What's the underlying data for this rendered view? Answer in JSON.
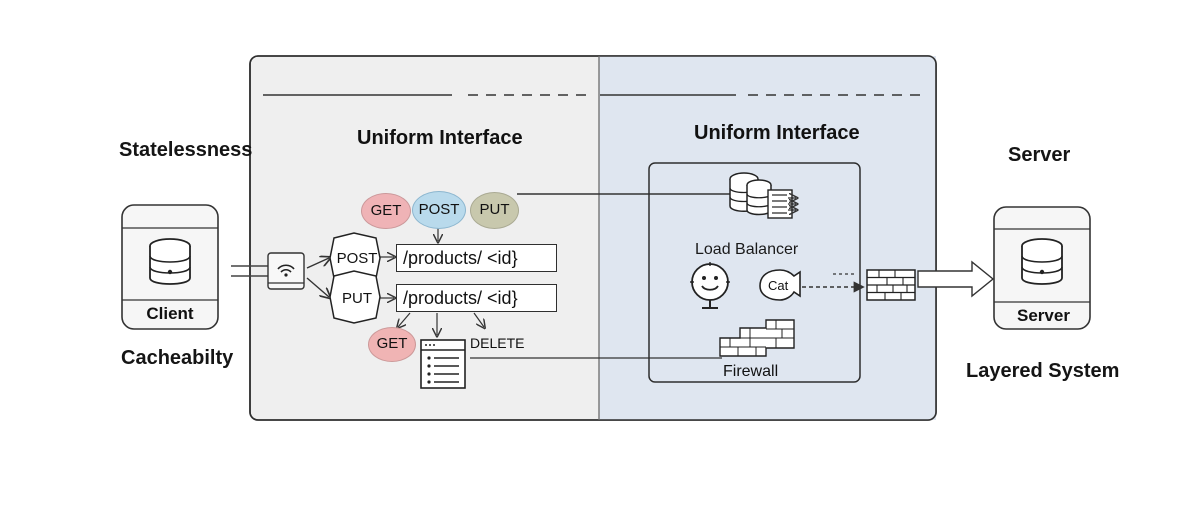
{
  "diagram": {
    "left_labels": {
      "top": "Statelessness",
      "bottom": "Cacheabilty"
    },
    "client": {
      "label": "Client"
    },
    "left_panel": {
      "title": "Uniform Interface",
      "methods_top": [
        "GET",
        "POST",
        "PUT"
      ],
      "hex_labels": [
        "POST",
        "PUT"
      ],
      "url_paths": [
        "/products/ <id}",
        "/products/ <id}"
      ],
      "bottom_get": "GET",
      "delete_label": "DELETE"
    },
    "right_panel": {
      "title": "Uniform Interface",
      "load_balancer": "Load Balancer",
      "cat_label": "Cat",
      "firewall": "Firewall"
    },
    "right_labels": {
      "top": "Server",
      "bottom": "Layered System"
    },
    "server": {
      "label": "Server"
    },
    "colors": {
      "left_panel": "#efefef",
      "right_panel": "#dfe6f0",
      "get_pill": "#efb3b6",
      "post_pill": "#b9daec",
      "put_pill": "#c8c8ad"
    },
    "icons": [
      "database-icon",
      "wifi-router-icon",
      "document-icon",
      "server-stack-icon",
      "face-icon",
      "cat-icon",
      "firewall-icon"
    ]
  }
}
